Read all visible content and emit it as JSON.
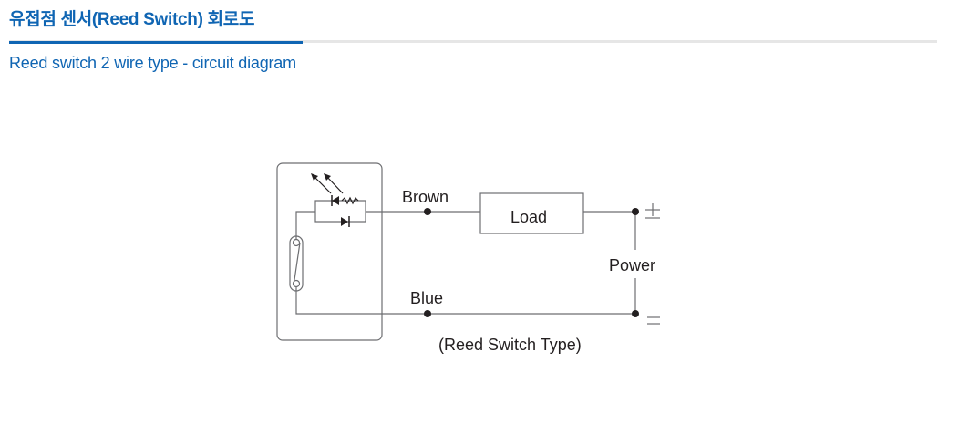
{
  "header": {
    "title": "유접점 센서(Reed Switch) 회로도",
    "subtitle": "Reed switch 2 wire type - circuit diagram"
  },
  "diagram": {
    "wire_labels": {
      "brown": "Brown",
      "blue": "Blue"
    },
    "load_label": "Load",
    "power_label": "Power",
    "terminal_positive": "±",
    "terminal_negative": "=",
    "caption": "(Reed Switch Type)",
    "colors": {
      "accent": "#0f65b3",
      "line": "#6d6e71",
      "ink": "#231f20"
    }
  }
}
